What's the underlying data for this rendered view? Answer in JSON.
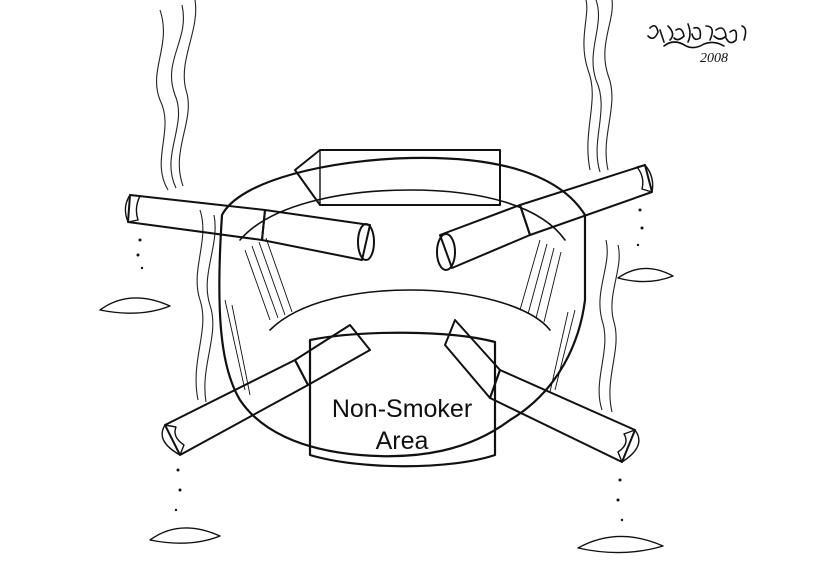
{
  "cartoon": {
    "bowl_label_line1": "Non-Smoker",
    "bowl_label_line2": "Area",
    "signature": "PISMESTROVIC",
    "year": "2008",
    "ink_color": "#111111",
    "background_color": "#ffffff"
  }
}
